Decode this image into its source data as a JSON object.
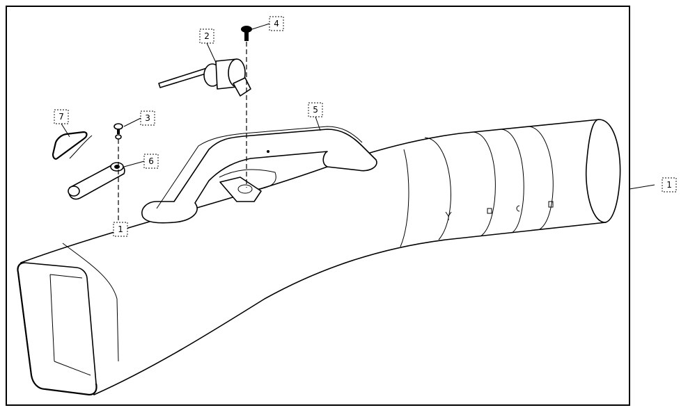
{
  "diagram": {
    "type": "exploded parts diagram",
    "callouts": [
      {
        "id": "callout-2",
        "label": "2"
      },
      {
        "id": "callout-4",
        "label": "4"
      },
      {
        "id": "callout-7",
        "label": "7"
      },
      {
        "id": "callout-3",
        "label": "3"
      },
      {
        "id": "callout-6",
        "label": "6"
      },
      {
        "id": "callout-5",
        "label": "5"
      },
      {
        "id": "callout-1-left",
        "label": "1"
      },
      {
        "id": "callout-1-right",
        "label": "1"
      }
    ]
  }
}
